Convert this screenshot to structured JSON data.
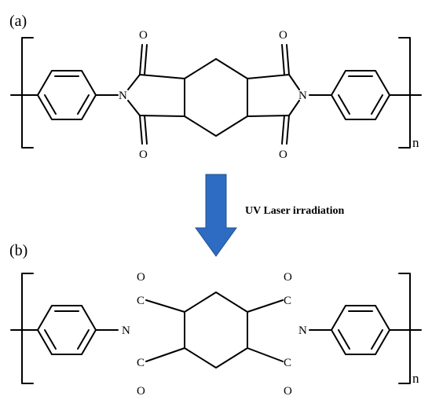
{
  "figure": {
    "panel_a_label": "(a)",
    "panel_b_label": "(b)",
    "arrow_label": "UV Laser irradiation",
    "arrow_color": "#2e6cc3",
    "repeat_subscript": "n",
    "atoms": {
      "oxygen": "O",
      "nitrogen": "N",
      "carbon": "C"
    }
  }
}
